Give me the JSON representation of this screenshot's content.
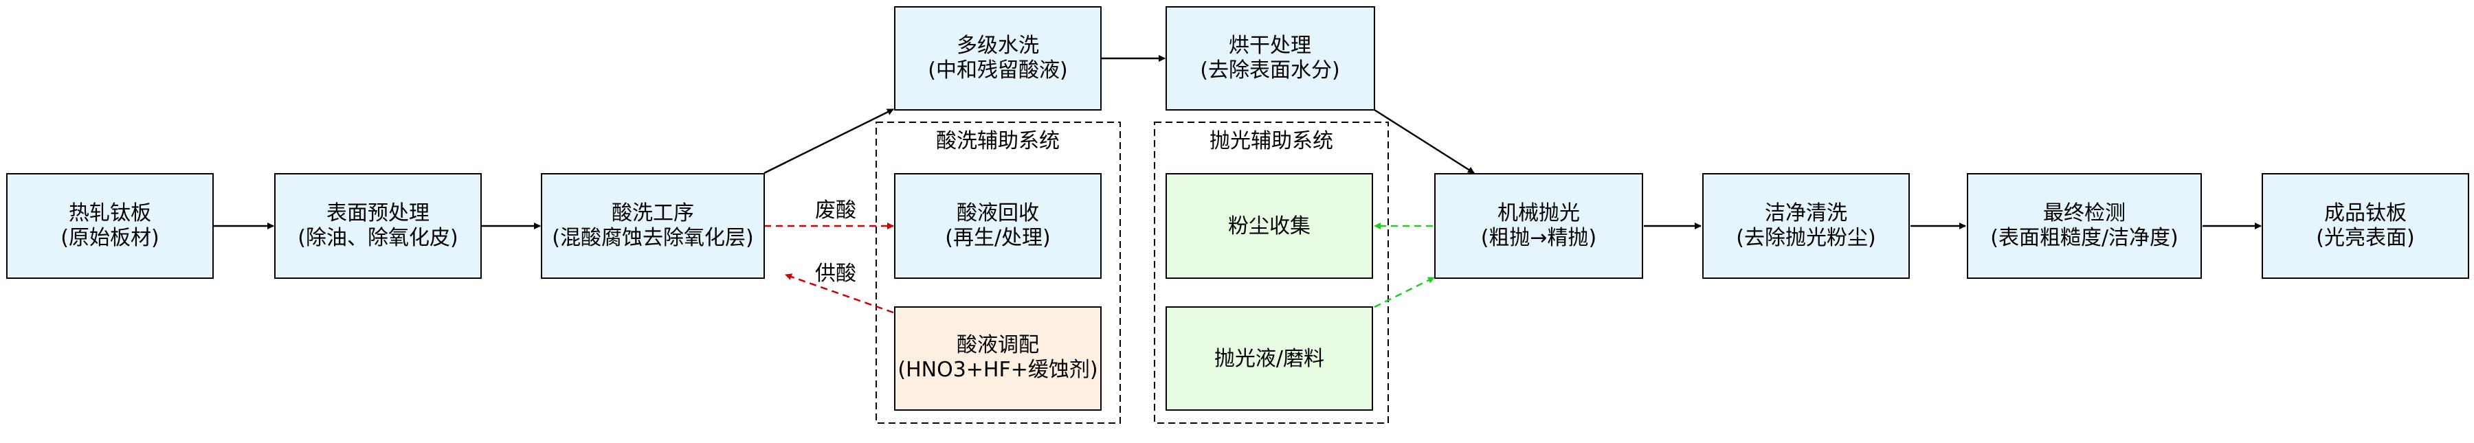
{
  "colors": {
    "main_node_fill": "#e6f5fc",
    "green_node_fill": "#e6fbe2",
    "orange_node_fill": "#fdf0e3",
    "node_stroke": "#000000",
    "edge": "#000000",
    "acid_edge": "#cc0000",
    "polish_edge": "#22cc22",
    "cluster_stroke": "#000000"
  },
  "clusters": {
    "acid": {
      "label": "酸洗辅助系统"
    },
    "polish": {
      "label": "抛光辅助系统"
    }
  },
  "nodes": {
    "hot_rolled": {
      "line1": "热轧钛板",
      "line2": "(原始板材)"
    },
    "pretreat": {
      "line1": "表面预处理",
      "line2": "(除油、除氧化皮)"
    },
    "pickling": {
      "line1": "酸洗工序",
      "line2": "(混酸腐蚀去除氧化层)"
    },
    "water_wash": {
      "line1": "多级水洗",
      "line2": "(中和残留酸液)"
    },
    "drying": {
      "line1": "烘干处理",
      "line2": "(去除表面水分)"
    },
    "acid_recovery": {
      "line1": "酸液回收",
      "line2": "(再生/处理)"
    },
    "acid_mix": {
      "line1": "酸液调配",
      "line2": "(HNO3+HF+缓蚀剂)"
    },
    "dust": {
      "line1": "粉尘收集"
    },
    "polish_fluid": {
      "line1": "抛光液/磨料"
    },
    "mech_polish": {
      "line1": "机械抛光",
      "line2": "(粗抛→精抛)"
    },
    "cleaning": {
      "line1": "洁净清洗",
      "line2": "(去除抛光粉尘)"
    },
    "inspection": {
      "line1": "最终检测",
      "line2": "(表面粗糙度/洁净度)"
    },
    "finished": {
      "line1": "成品钛板",
      "line2": "(光亮表面)"
    }
  },
  "edge_labels": {
    "waste_acid": "废酸",
    "supply_acid": "供酸"
  }
}
